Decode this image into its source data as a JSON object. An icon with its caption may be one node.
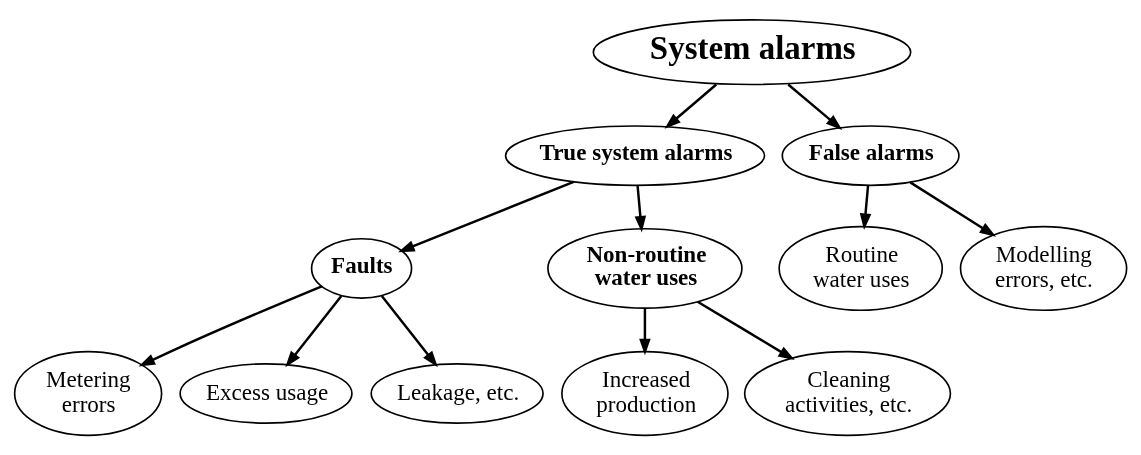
{
  "diagram": {
    "nodes": [
      {
        "text": [
          "System alarms"
        ]
      },
      {
        "text": [
          "True system alarms"
        ]
      },
      {
        "text": [
          "False alarms"
        ]
      },
      {
        "text": [
          "Faults"
        ]
      },
      {
        "text": [
          "Non-routine water uses"
        ]
      },
      {
        "text": [
          "Metering errors"
        ]
      },
      {
        "text": [
          "Excess usage"
        ]
      },
      {
        "text": [
          "Leakage, etc."
        ]
      },
      {
        "text": [
          "Increased production"
        ]
      },
      {
        "text": [
          "Cleaning activities, etc."
        ]
      },
      {
        "text": [
          "Routine water uses"
        ]
      },
      {
        "text": [
          "Modelling errors, etc."
        ]
      }
    ],
    "edges": [
      {
        "from": 0,
        "to": 1,
        "arrow": "to"
      },
      {
        "from": 0,
        "to": 2,
        "arrow": "to"
      },
      {
        "from": 1,
        "to": 3,
        "arrow": "to"
      },
      {
        "from": 1,
        "to": 4,
        "arrow": "to"
      },
      {
        "from": 3,
        "to": 5,
        "arrow": "to"
      },
      {
        "from": 3,
        "to": 6,
        "arrow": "to"
      },
      {
        "from": 3,
        "to": 7,
        "arrow": "to"
      },
      {
        "from": 4,
        "to": 8,
        "arrow": "to"
      },
      {
        "from": 4,
        "to": 9,
        "arrow": "to"
      },
      {
        "from": 2,
        "to": 10,
        "arrow": "to"
      },
      {
        "from": 2,
        "to": 11,
        "arrow": "to"
      }
    ]
  }
}
